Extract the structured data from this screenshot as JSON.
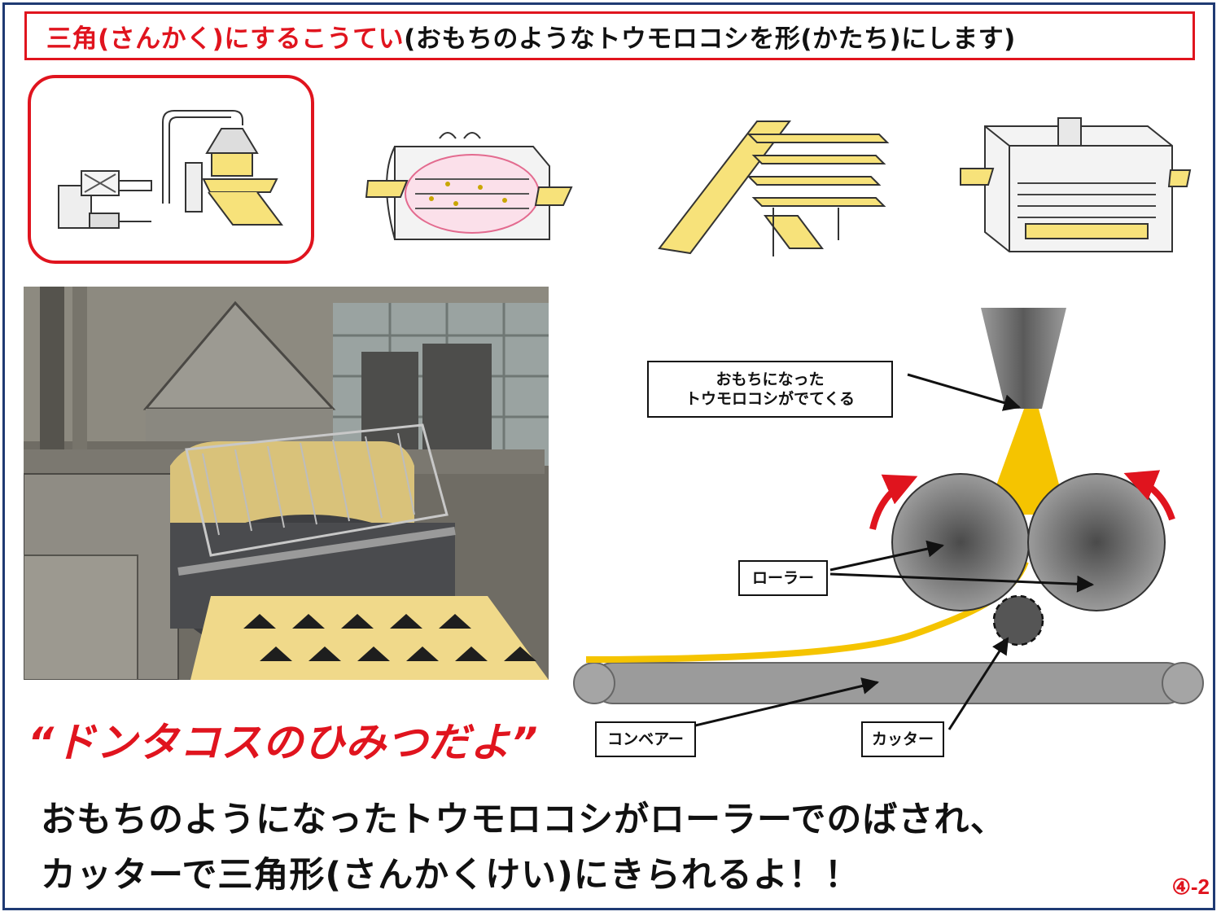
{
  "title": {
    "red_part": "三角(さんかく)にするこうてい",
    "black_part": "(おもちのようなトウモロコシを形(かたち)にします)"
  },
  "process_steps": [
    {
      "icon": "hopper-machine-icon",
      "highlighted": true
    },
    {
      "icon": "roller-drum-icon",
      "highlighted": false
    },
    {
      "icon": "conveyor-belt-icon",
      "highlighted": false
    },
    {
      "icon": "fryer-machine-icon",
      "highlighted": false
    }
  ],
  "diagram": {
    "labels": {
      "dough": "おもちになった\nトウモロコシがでてくる",
      "roller": "ローラー",
      "conveyor": "コンベアー",
      "cutter": "カッター"
    }
  },
  "headline": "“ドンタコスのひみつだよ”",
  "body": {
    "line1": "おもちのようになったトウモロコシがローラーでのばされ、",
    "line2": "カッターで三角形(さんかくけい)にきられるよ！！"
  },
  "page_number": "④-2",
  "colors": {
    "accent_red": "#e0141e",
    "dough_yellow": "#f5c400",
    "roller_gray": "#8a8a8a",
    "frame_navy": "#1f3a73"
  }
}
